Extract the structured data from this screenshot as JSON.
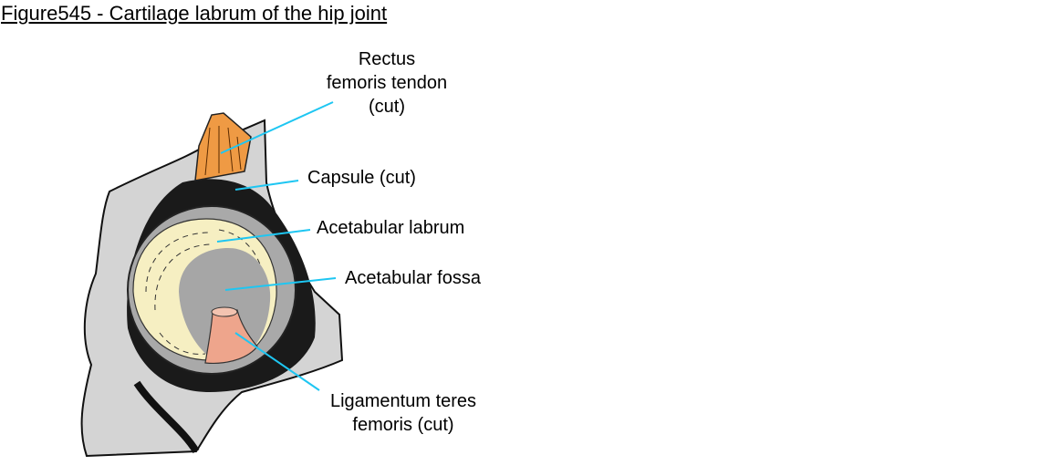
{
  "title": "Figure545 - Cartilage labrum of the hip joint",
  "labels": {
    "rectus": [
      "Rectus",
      "femoris tendon",
      "(cut)"
    ],
    "capsule": "Capsule (cut)",
    "labrum": "Acetabular labrum",
    "fossa": "Acetabular fossa",
    "ligament": [
      "Ligamentum teres",
      "femoris (cut)"
    ]
  },
  "colors": {
    "leader": "#1ec6f2",
    "bone": "#d4d4d4",
    "rim": "#a9a9a9",
    "labrum": "#f6efc2",
    "fossa": "#a6a6a6",
    "tendon": "#ef9a44",
    "ligament": "#eea58c"
  }
}
